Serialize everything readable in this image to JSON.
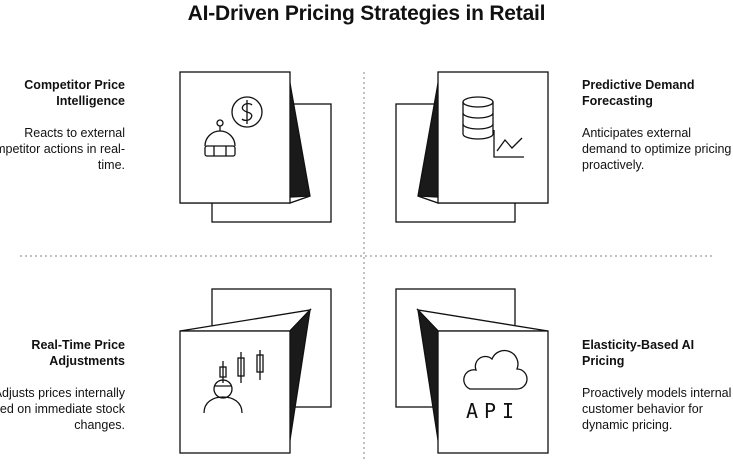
{
  "title": "AI-Driven Pricing Strategies in Retail",
  "quadrants": [
    {
      "heading": "Competitor Price Intelligence",
      "description": "Reacts to external competitor actions in real-time.",
      "icon": "robot-dollar-icon"
    },
    {
      "heading": "Predictive Demand Forecasting",
      "description": "Anticipates external demand to optimize pricing proactively.",
      "icon": "database-chart-icon"
    },
    {
      "heading": "Real-Time Price Adjustments",
      "description": "Adjusts prices internally based on immediate stock changes.",
      "icon": "person-candlestick-icon"
    },
    {
      "heading": "Elasticity-Based AI Pricing",
      "description": "Proactively models internal customer behavior for dynamic pricing.",
      "icon": "cloud-api-icon",
      "icon_text": "API"
    }
  ],
  "colors": {
    "stroke": "#111111",
    "shade": "#1a1a1a",
    "divider": "#9a9a9a"
  }
}
